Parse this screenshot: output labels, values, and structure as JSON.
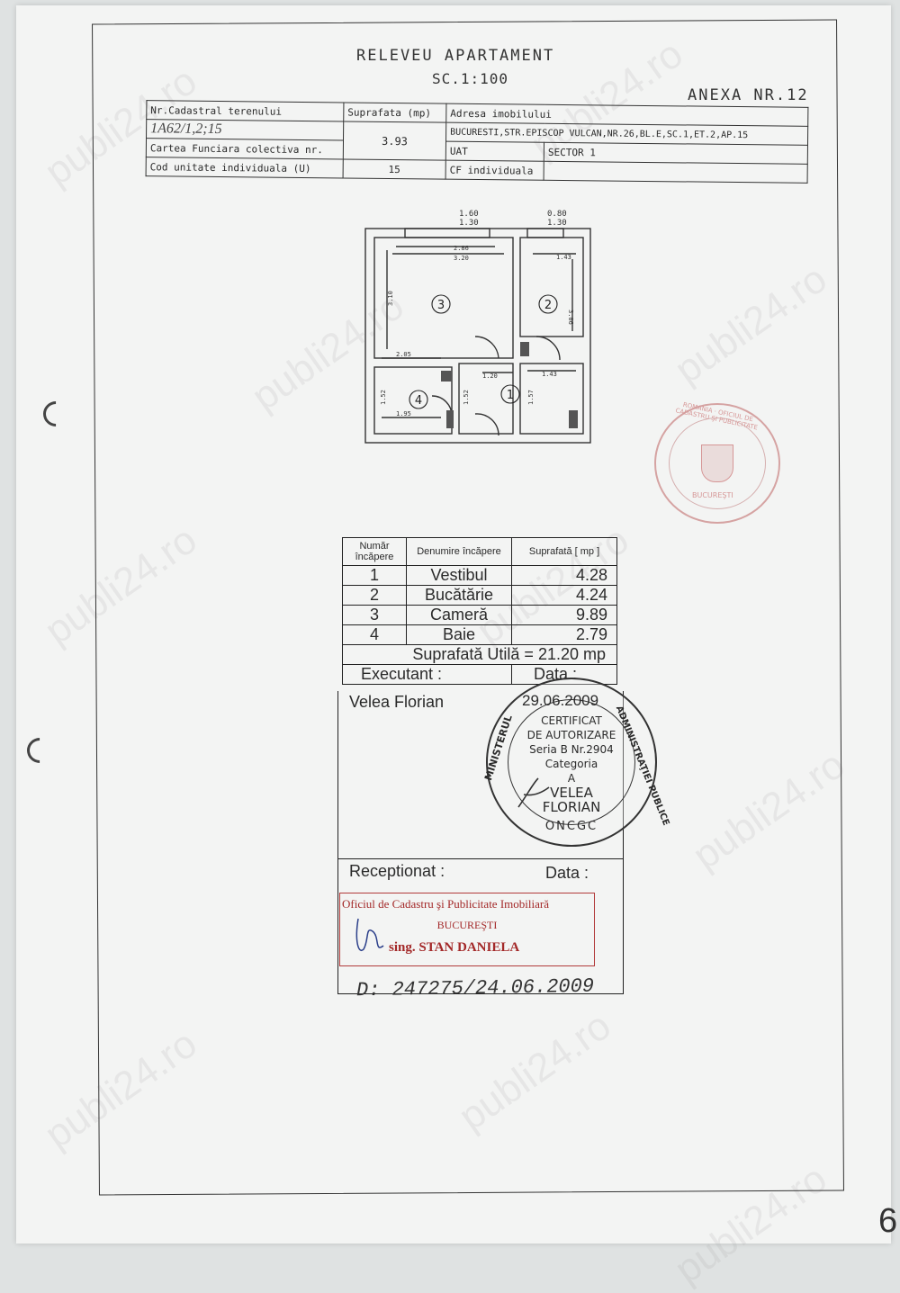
{
  "document": {
    "title": "RELEVEU APARTAMENT",
    "scale": "SC.1:100",
    "annex": "ANEXA NR.12",
    "page_number": "6"
  },
  "header_table": {
    "cadastral_label": "Nr.Cadastral terenului",
    "cadastral_value": "1A62/1,2;15",
    "surface_label": "Suprafata (mp)",
    "surface_value": "3.93",
    "address_label": "Adresa imobilului",
    "address_value": "BUCURESTI,STR.EPISCOP VULCAN,NR.26,BL.E,SC.1,ET.2,AP.15",
    "carte_label": "Cartea Funciara colectiva nr.",
    "uat_label": "UAT",
    "uat_value": "SECTOR 1",
    "unit_code_label": "Cod unitate individuala (U)",
    "unit_code_value": "15",
    "cf_label": "CF individuala"
  },
  "floor_plan": {
    "dims": {
      "top_left_a": "1.60",
      "top_left_b": "1.30",
      "top_right_a": "0.80",
      "top_right_b": "1.30",
      "room3_w1": "2.86",
      "room3_w2": "3.20",
      "room3_h": "3.10",
      "room2_w": "1.43",
      "room2_h": "3.06",
      "room4_w": "2.05",
      "hall_w": "1.20",
      "hall_right": "1.43",
      "room4_h": "1.52",
      "room4_w2": "1.95",
      "hall_h1": "1.52",
      "hall_h2": "1.57"
    },
    "room_numbers": [
      "3",
      "2",
      "4",
      "1"
    ]
  },
  "rooms_table": {
    "col_number": "Număr încăpere",
    "col_name": "Denumire încăpere",
    "col_area": "Suprafată [ mp ]",
    "rows": [
      {
        "nr": "1",
        "name": "Vestibul",
        "area": "4.28"
      },
      {
        "nr": "2",
        "name": "Bucătărie",
        "area": "4.24"
      },
      {
        "nr": "3",
        "name": "Cameră",
        "area": "9.89"
      },
      {
        "nr": "4",
        "name": "Baie",
        "area": "2.79"
      }
    ],
    "total": "Suprafată Utilă = 21.20 mp",
    "executant_label": "Executant :",
    "data_label": "Data :",
    "executant_name": "Velea Florian",
    "executant_date": "29.06.2009",
    "receptionat_label": "Receptionat :",
    "receptionat_data_label": "Data :"
  },
  "executant_stamp": {
    "ring_left": "MINISTERUL",
    "ring_right": "ADMINISTRAŢIEI PUBLICE",
    "line1": "CERTIFICAT",
    "line2": "DE AUTORIZARE",
    "line3": "Seria B Nr.2904",
    "line4": "Categoria",
    "line5": "A",
    "line6": "VELEA",
    "line7": "FLORIAN",
    "bottom": "ONCGC"
  },
  "ocpi_stamp": {
    "line1": "Oficiul de Cadastru şi Publicitate Imobiliară",
    "line2": "BUCUREŞTI",
    "line3": "sing. STAN DANIELA"
  },
  "registration": "D: 247275/24.06.2009",
  "round_stamp": {
    "ring_text": "ROMANIA · OFICIUL DE CADASTRU ŞI PUBLICITATE",
    "city": "BUCUREŞTI"
  },
  "watermark": "publi24.ro"
}
